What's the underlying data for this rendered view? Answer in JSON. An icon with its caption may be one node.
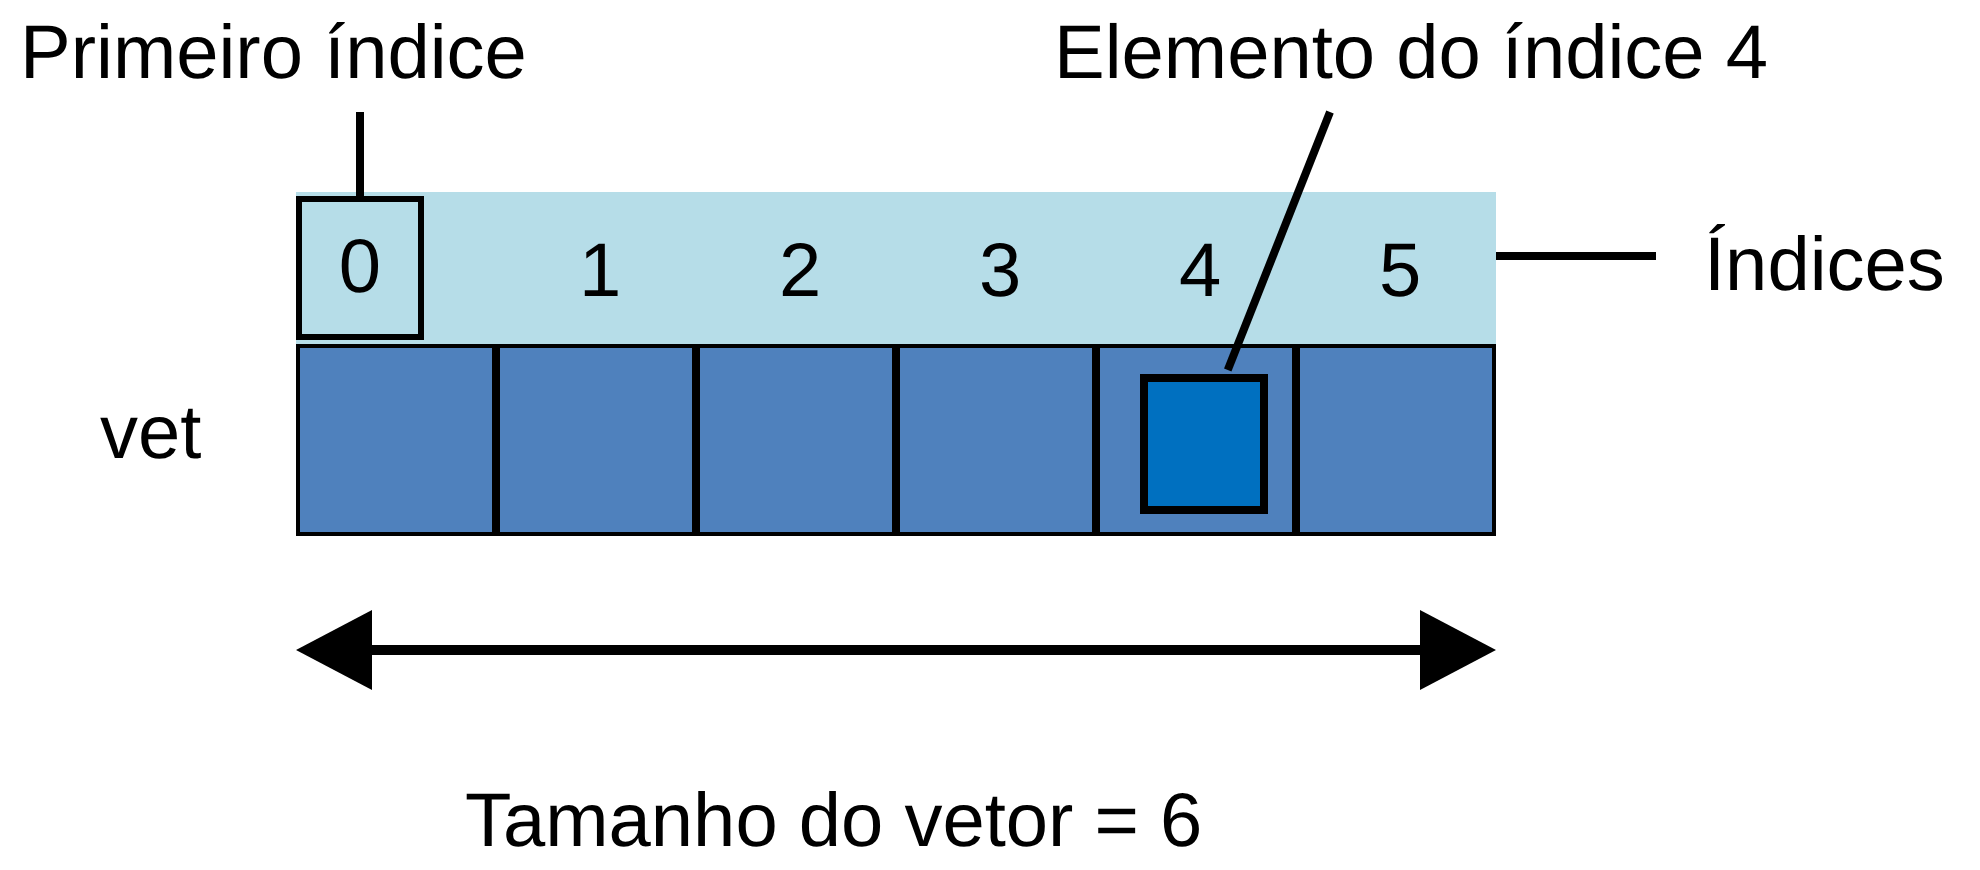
{
  "diagram": {
    "nodes": [
      {
        "text": [
          "Primeiro índice"
        ]
      },
      {
        "text": [
          "Elemento do índice 4"
        ]
      },
      {
        "text": [],
        "shape": "bar"
      },
      {
        "text": [
          "0"
        ],
        "in": 2
      },
      {
        "text": [
          "Índices"
        ]
      },
      {
        "text": [],
        "shape": "box",
        "beside": [
          "vet"
        ]
      },
      {
        "text": [],
        "shape": "box",
        "in": 5
      },
      {
        "text": [],
        "shape": "box",
        "in": 5
      },
      {
        "text": [],
        "shape": "box",
        "in": 5
      },
      {
        "text": [],
        "shape": "box",
        "in": 5
      },
      {
        "text": [],
        "shape": "box",
        "in": 5
      },
      {
        "text": [],
        "shape": "box",
        "in": 5
      },
      {
        "text": [],
        "shape": "box",
        "in": 10
      }
    ],
    "edges": [
      {
        "from": 0,
        "to": 3,
        "arrow": "none"
      },
      {
        "from": 1,
        "to": 12,
        "arrow": "none"
      },
      {
        "from": 4,
        "to": 2,
        "arrow": "none"
      }
    ],
    "labels": [
      "1",
      "2",
      "3",
      "4",
      "5",
      "Tamanho do vetor = 6"
    ]
  }
}
